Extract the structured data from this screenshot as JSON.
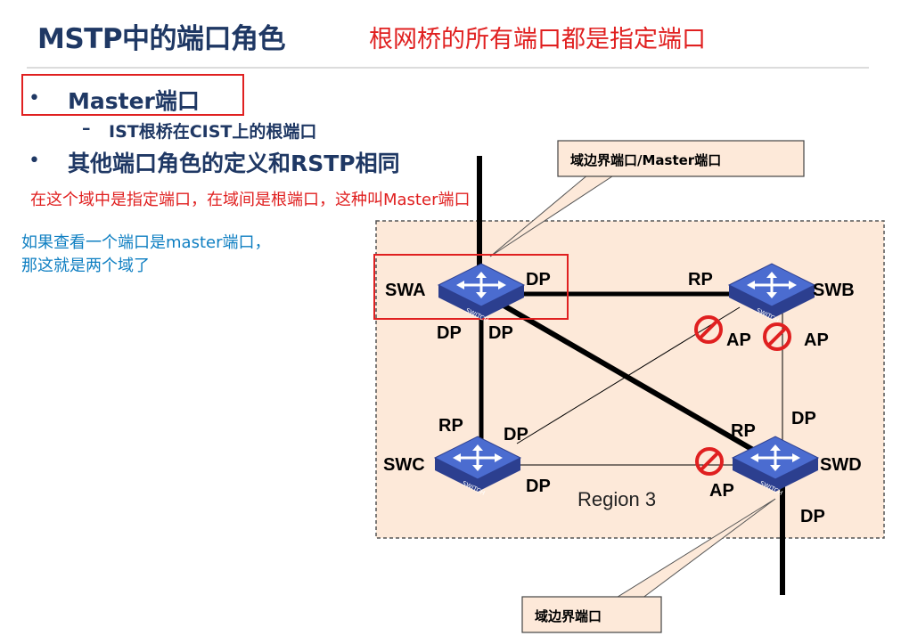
{
  "header": {
    "title": "MSTP中的端口角色",
    "subtitle": "根网桥的所有端口都是指定端口"
  },
  "bullets": {
    "master": "Master端口",
    "master_sub": "IST根桥在CIST上的根端口",
    "others": "其他端口角色的定义和RSTP相同",
    "dot": "•",
    "dash": "–"
  },
  "notes": {
    "red": "在这个域中是指定端口，在域间是根端口，这种叫Master端口",
    "blue_line1": "如果查看一个端口是master端口，",
    "blue_line2": "那这就是两个域了"
  },
  "diagram": {
    "region": "Region 3",
    "callout_top": "域边界端口/Master端口",
    "callout_bottom": "域边界端口",
    "switch_badge": "SWITCH",
    "switches": {
      "swa": "SWA",
      "swb": "SWB",
      "swc": "SWC",
      "swd": "SWD"
    },
    "ports": {
      "swa_right": "DP",
      "swa_below_left": "DP",
      "swa_below_right": "DP",
      "swb_left": "RP",
      "swb_ap1": "AP",
      "swb_ap2": "AP",
      "swc_top": "RP",
      "swc_diag": "DP",
      "swc_right": "DP",
      "swd_top_rp": "RP",
      "swd_top_dp": "DP",
      "swd_left_ap": "AP",
      "swd_bottom": "DP"
    },
    "colors": {
      "region_fill": "#fde9d9",
      "callout_fill": "#fde9d9",
      "switch_blue": "#3b55b5",
      "block_red": "#e02020"
    }
  }
}
